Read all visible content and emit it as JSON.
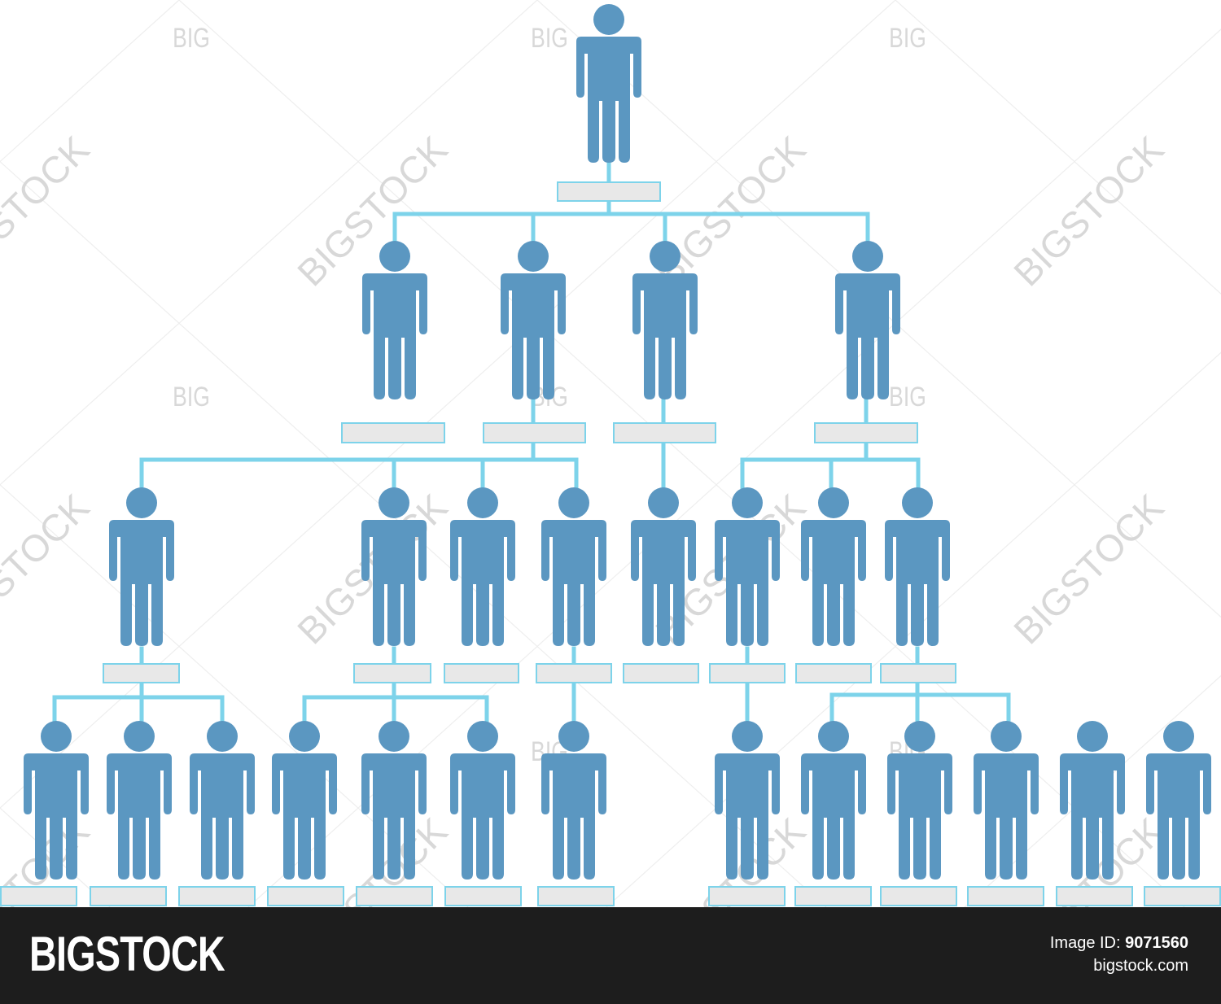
{
  "diagram": {
    "type": "org-chart",
    "node_color": "#5b97c1",
    "connector_color": "#7dd3ea",
    "label_box_fill": "#e8e8e8",
    "label_box_border": "#7dd3ea",
    "node_icon": "person-icon",
    "levels": [
      {
        "level": 1,
        "count": 1
      },
      {
        "level": 2,
        "count": 4
      },
      {
        "level": 3,
        "count": 8
      },
      {
        "level": 4,
        "count": 13
      }
    ]
  },
  "watermark": {
    "short_text": "BIG",
    "long_text": "BIGSTOCK",
    "color": "#d8d8d8"
  },
  "footer": {
    "brand": "BIGSTOCK",
    "image_id_label": "Image ID:",
    "image_id": "9071560",
    "site": "bigstock.com",
    "background": "#1d1d1d"
  }
}
